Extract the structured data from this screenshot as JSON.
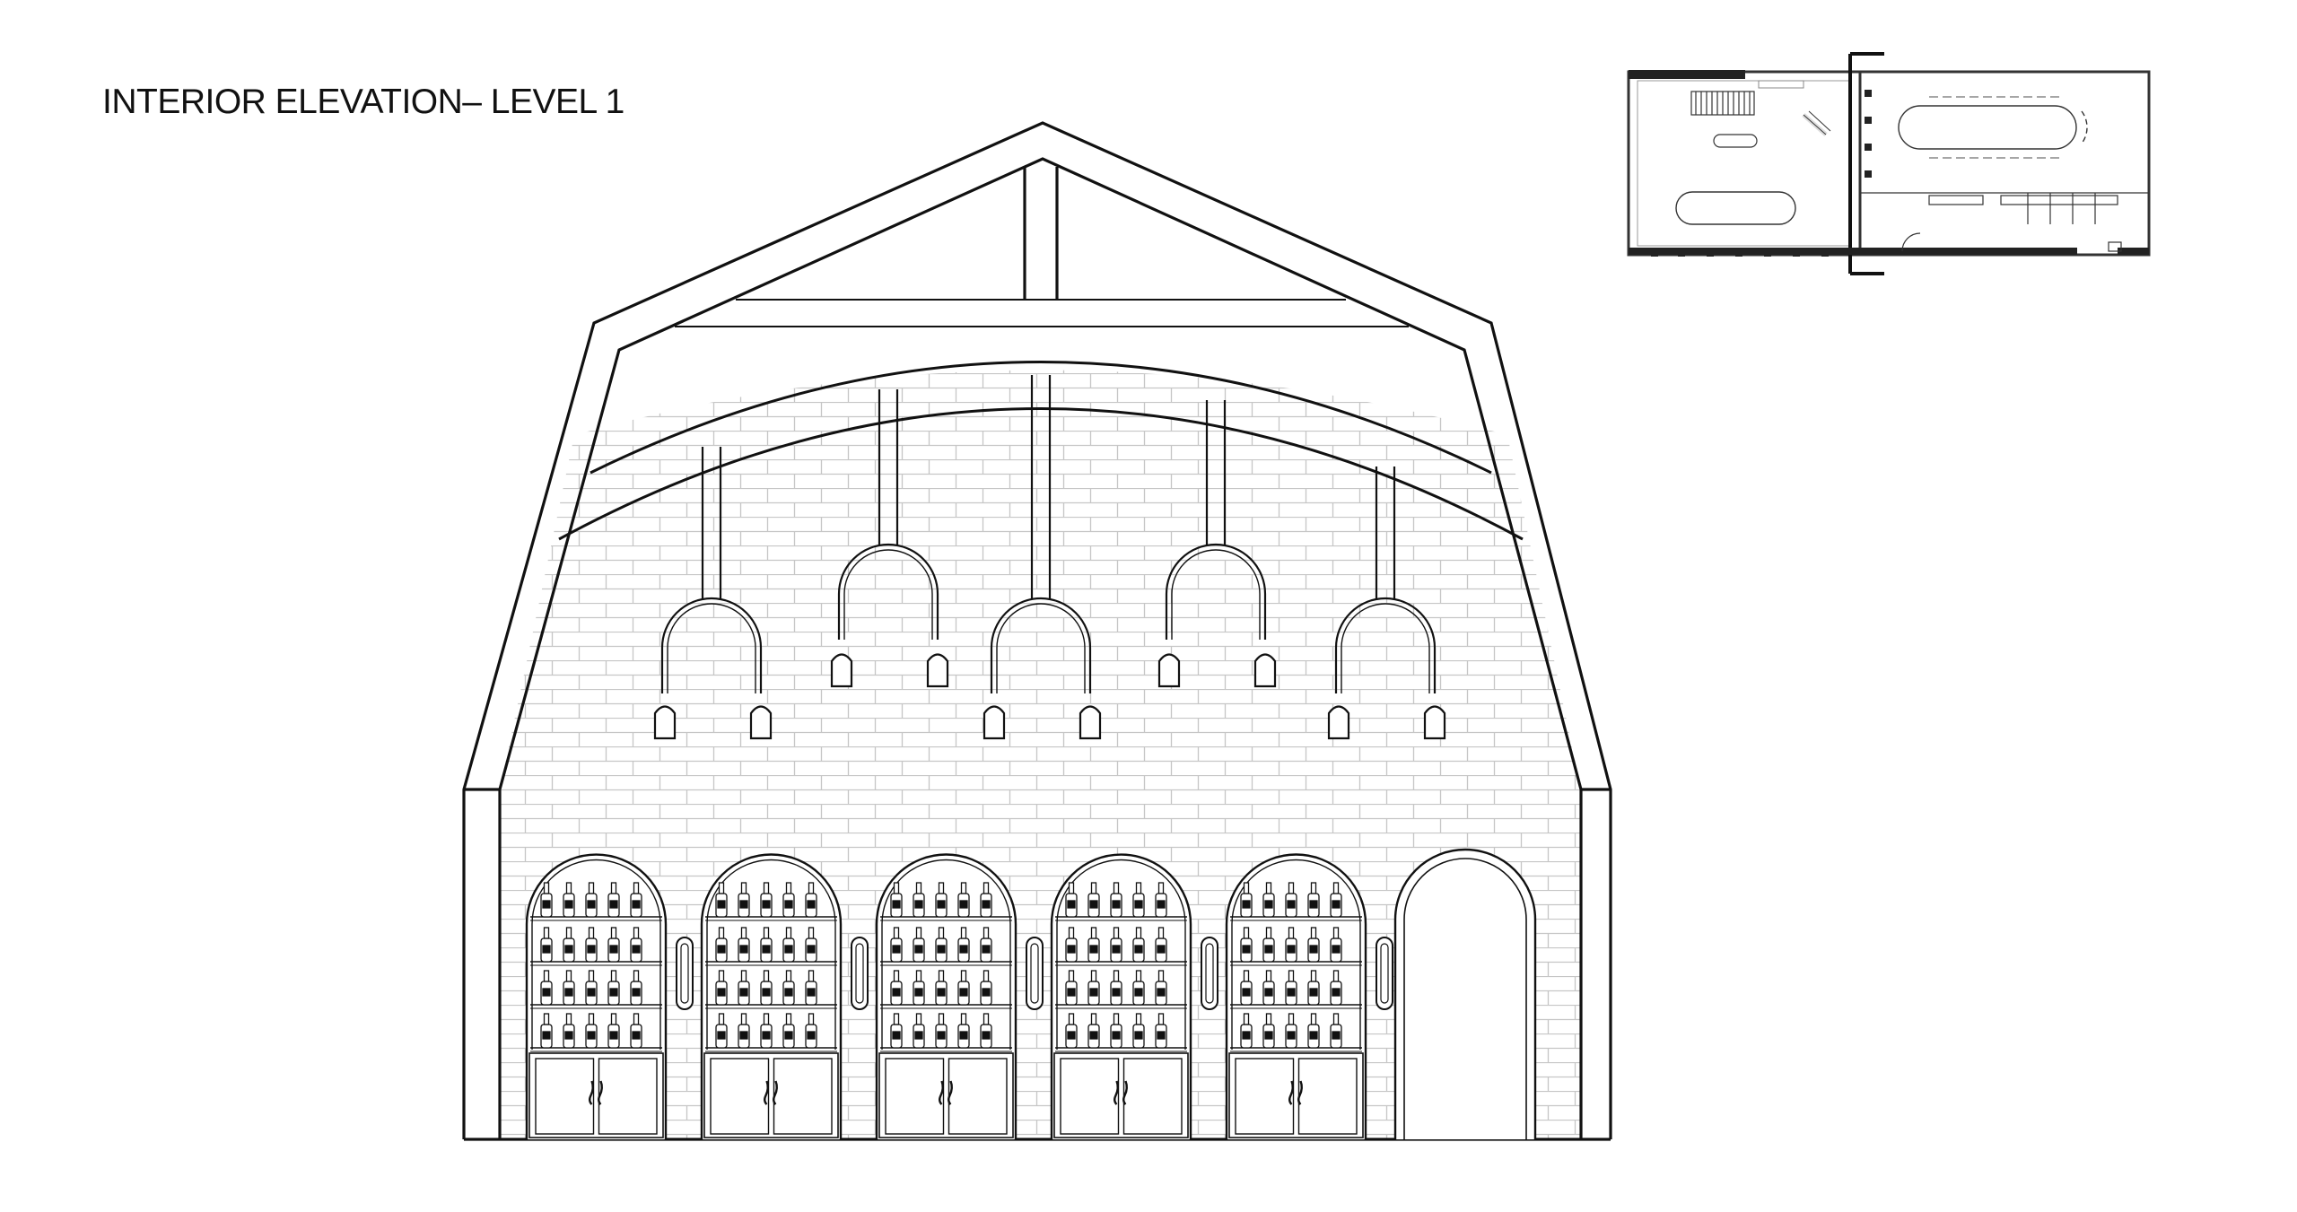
{
  "title": "INTERIOR ELEVATION– LEVEL 1",
  "elevation": {
    "wine_cabinets": 5,
    "shelf_rows_per_cabinet": 4,
    "bottles_per_row": 5,
    "pendant_lights": 5,
    "wall_sconces": 5,
    "arched_doorways": 1
  },
  "floor_plan": {
    "long_dining_tables": 2,
    "restroom_stalls": 3
  },
  "colors": {
    "line": "#111111",
    "brick": "#c8c8c8",
    "plan_line": "#333333"
  }
}
